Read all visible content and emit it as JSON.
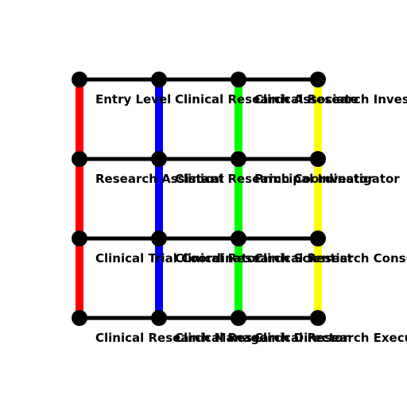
{
  "diagram": {
    "columns": [
      {
        "color": "#ff0000",
        "nodes": [
          "Entry Level",
          "Research Assistant",
          "Clinical Trial Coordinator",
          "Clinical Research Manager"
        ]
      },
      {
        "color": "#0000ff",
        "nodes": [
          "Clinical Research Associate",
          "Clinical Research Coordinator",
          "Clinical Research Scientist",
          "Clinical Research Director"
        ]
      },
      {
        "color": "#00ff00",
        "nodes": [
          "Clinical Research Investigator",
          "Principal Investigator",
          "Clinical Research Consultant",
          "Clinical Research Executive"
        ]
      },
      {
        "color": "#ffff00",
        "nodes": [
          "",
          "",
          "",
          ""
        ]
      }
    ],
    "row_line_color": "#000000",
    "node_color": "#000000"
  }
}
